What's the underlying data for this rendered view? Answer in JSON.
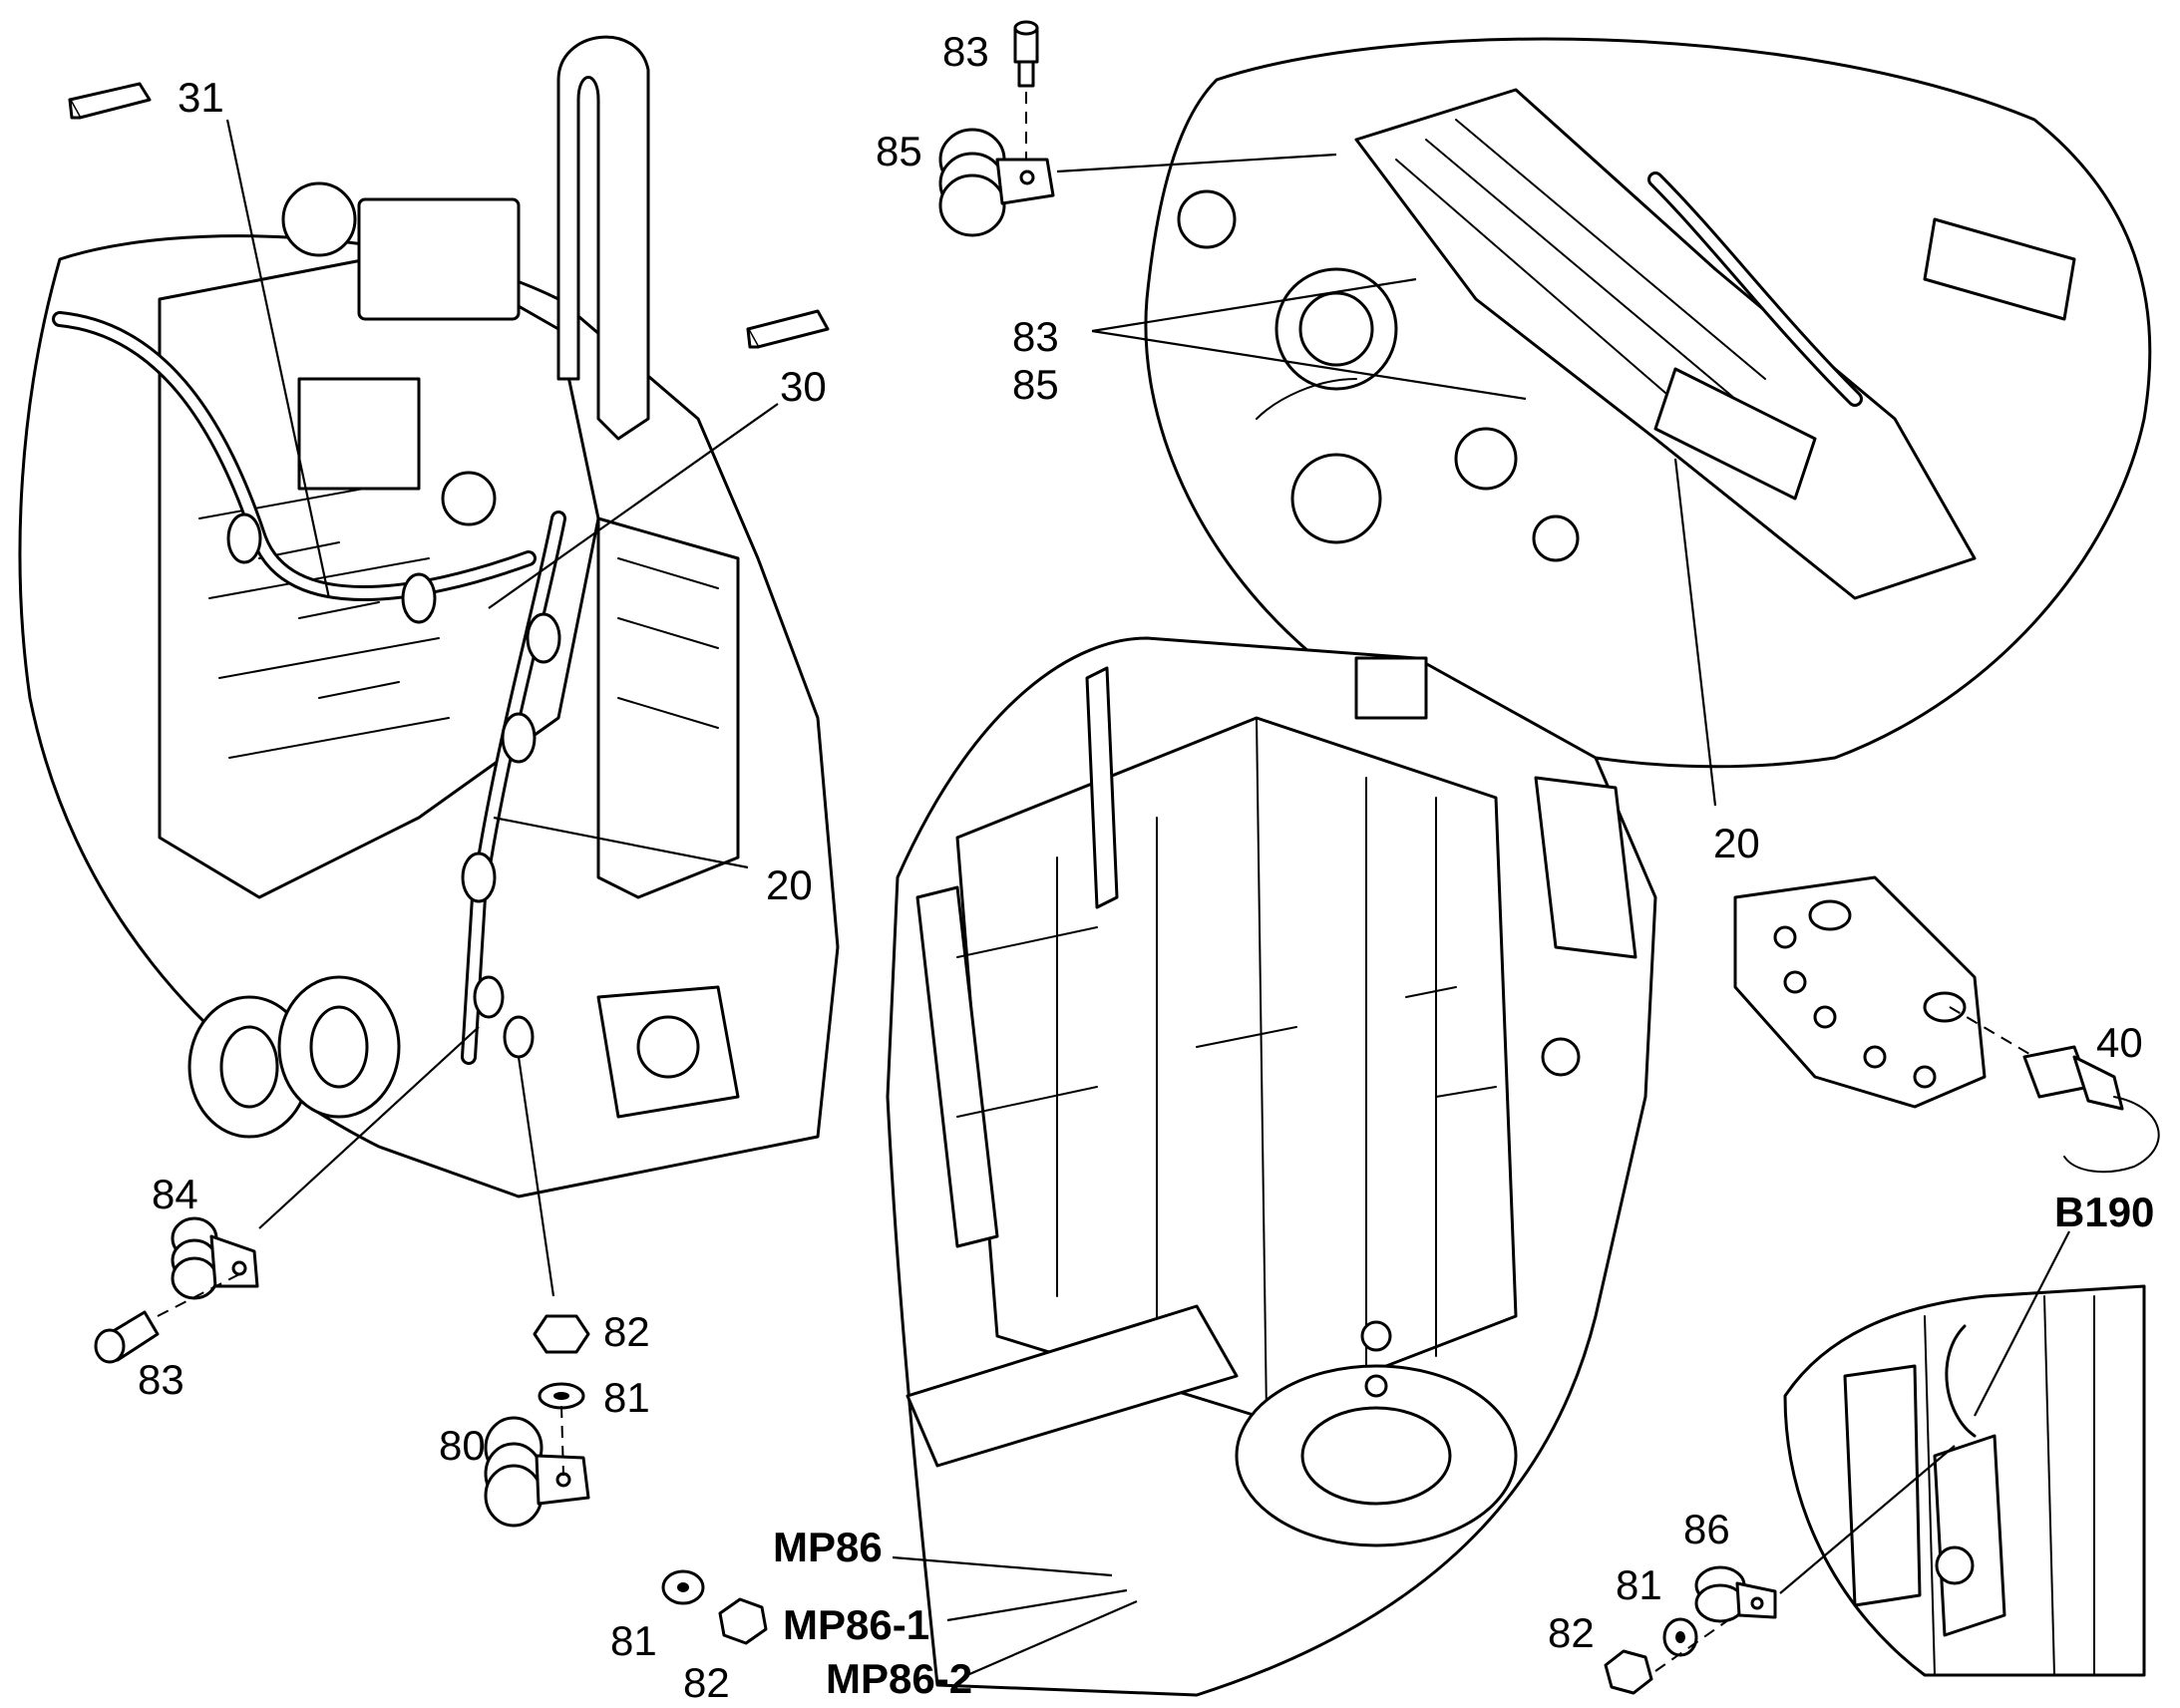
{
  "callouts": {
    "c31": "31",
    "c30": "30",
    "c20_left": "20",
    "c84": "84",
    "c83_left": "83",
    "c82_left": "82",
    "c81_left": "81",
    "c80": "80",
    "c83_top": "83",
    "c85_top": "85",
    "c83_mid": "83",
    "c85_mid": "85",
    "c20_right": "20",
    "c40": "40",
    "b190": "B190",
    "mp86": "MP86",
    "mp86_1": "MP86-1",
    "mp86_2": "MP86-2",
    "c81_bottom": "81",
    "c82_bottom": "82",
    "c86": "86",
    "c81_right": "81",
    "c82_right": "82"
  }
}
